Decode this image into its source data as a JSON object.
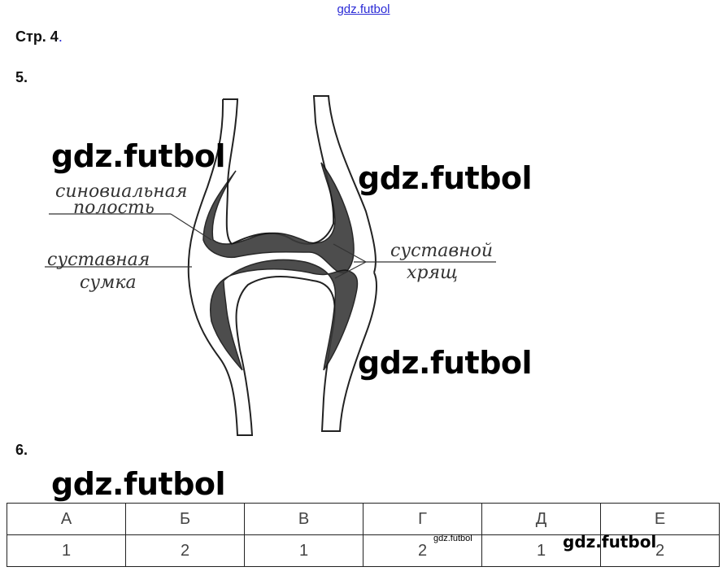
{
  "watermark_top": "gdz.futbol",
  "page": {
    "label": "Стр. 4",
    "dot": "."
  },
  "question5": {
    "number": "5."
  },
  "question6": {
    "number": "6."
  },
  "watermarks": {
    "w1": "gdz.futbol",
    "w2": "gdz.futbol",
    "w3": "gdz.futbol",
    "w4": "gdz.futbol",
    "small": "gdz.futbol",
    "medium": "gdz.futbol"
  },
  "diagram_labels": {
    "synovial_1": "синовиальная",
    "synovial_2": "полость",
    "capsule_1": "суставная",
    "capsule_2": "сумка",
    "cartilage_1": "суставной",
    "cartilage_2": "хрящ"
  },
  "table": {
    "headers": [
      "А",
      "Б",
      "В",
      "Г",
      "Д",
      "Е"
    ],
    "values": [
      "1",
      "2",
      "1",
      "2",
      "1",
      "2"
    ]
  }
}
